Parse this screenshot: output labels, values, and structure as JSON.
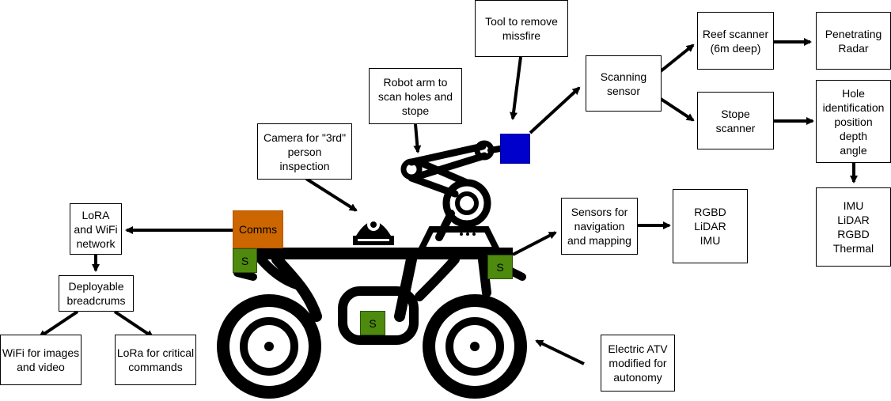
{
  "colors": {
    "comms": "#cc6600",
    "sensor_s": "#4d8a0d",
    "scanner_cube": "#0000cc",
    "lines": "#000000"
  },
  "labels": {
    "tool": "Tool to remove\nmissfire",
    "robot_arm": "Robot arm to\nscan holes and\nstope",
    "camera": "Camera for \"3rd\"\nperson\ninspection",
    "scanning_sensor": "Scanning\nsensor",
    "reef_scanner": "Reef scanner\n(6m deep)",
    "penetrating_radar": "Penetrating\nRadar",
    "stope_scanner": "Stope\nscanner",
    "hole_identification": "Hole\nidentification\nposition\ndepth\nangle",
    "imu_list": "IMU\nLiDAR\nRGBD\nThermal",
    "nav_sensors": "Sensors for\nnavigation\nand mapping",
    "rgbd_list": "RGBD\nLiDAR\nIMU",
    "lora_wifi": "LoRA\nand WiFi\nnetwork",
    "breadcrums": "Deployable\nbreadcrums",
    "wifi_images": "WiFi for images\nand video",
    "lora_commands": "LoRa for critical\ncommands",
    "electric_atv": "Electric ATV\nmodified for\nautonomy",
    "comms": "Comms",
    "s_left": "S",
    "s_right": "S",
    "s_center": "S"
  },
  "icons": {
    "vehicle": "atv-icon",
    "arm": "robot-arm-icon",
    "camera": "dome-camera-icon"
  }
}
